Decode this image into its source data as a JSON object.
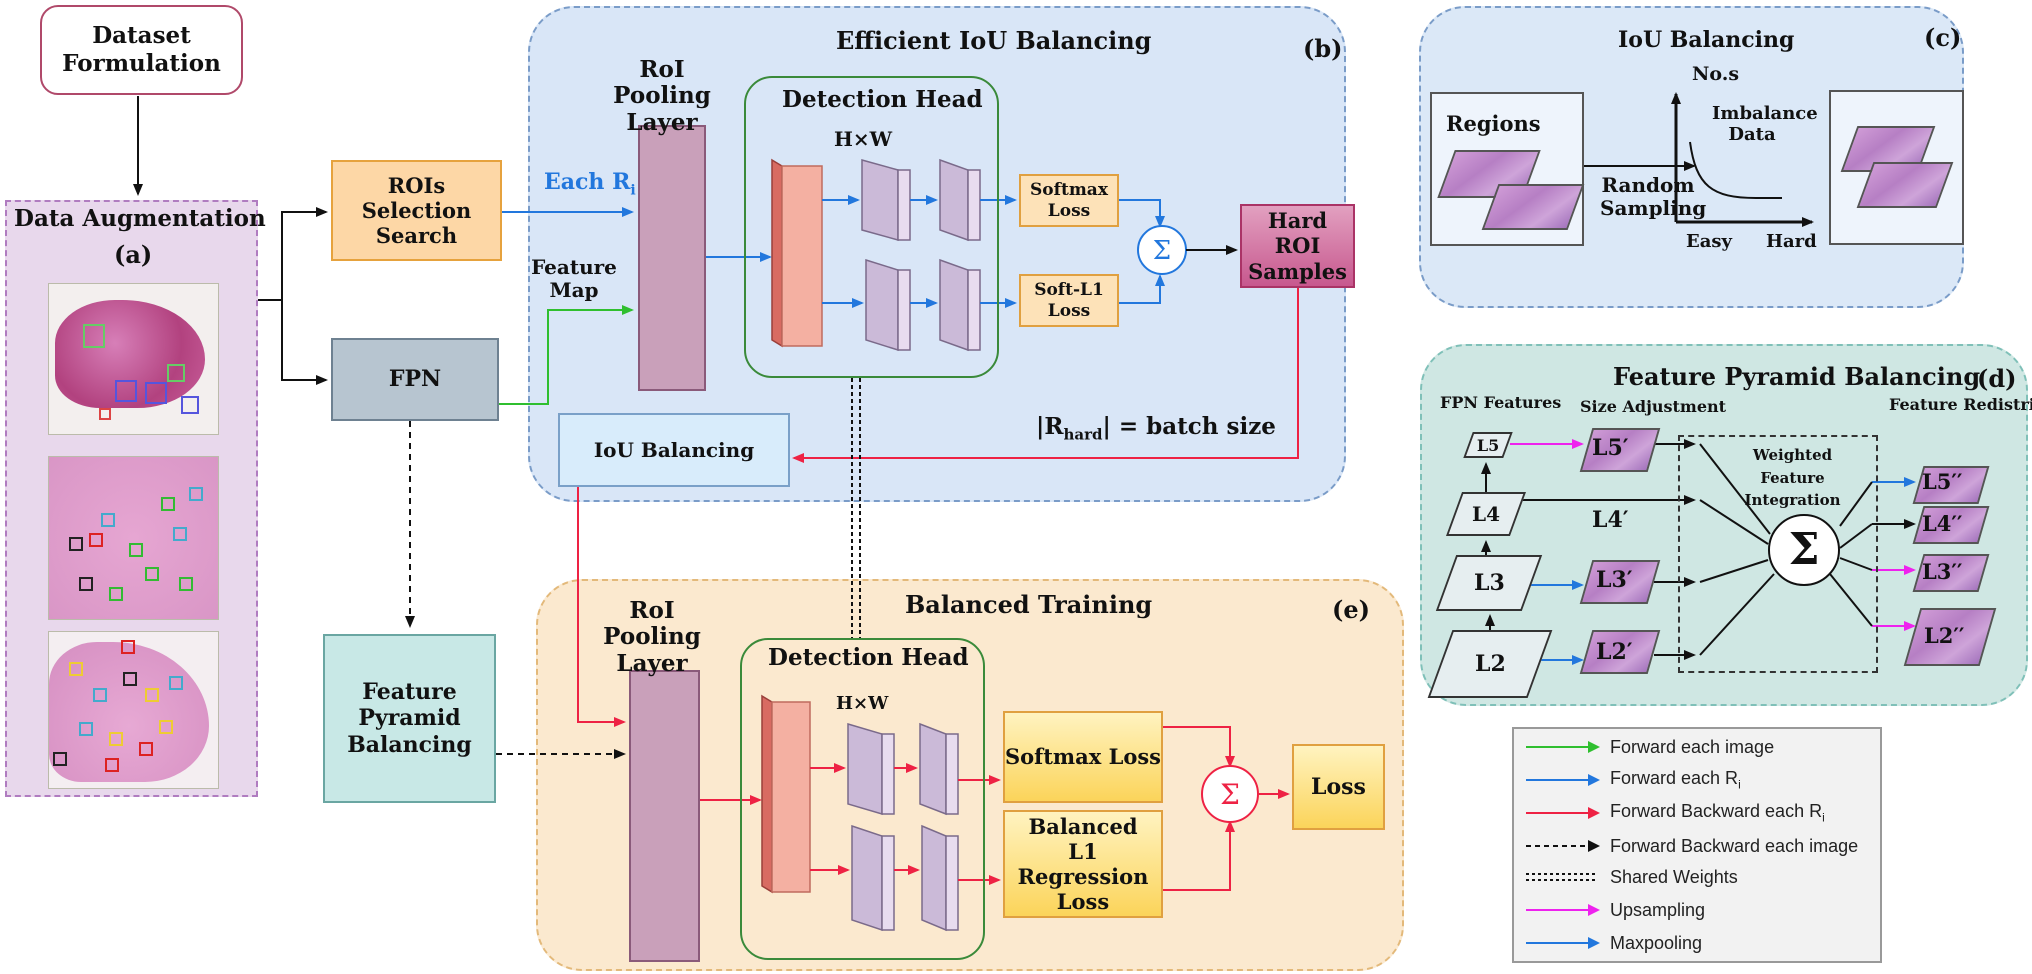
{
  "panels": {
    "a": {
      "title": "Data Augmentation",
      "label": "(a)"
    },
    "b": {
      "title": "Efficient IoU Balancing",
      "label": "(b)"
    },
    "c": {
      "title": "IoU Balancing",
      "label": "(c)"
    },
    "d": {
      "title": "Feature Pyramid Balancing",
      "label": "(d)"
    },
    "e": {
      "title": "Balanced Training",
      "label": "(e)"
    }
  },
  "boxes": {
    "dataset_formulation": "Dataset Formulation",
    "rois_selection": "ROIs Selection Search",
    "fpn": "FPN",
    "feature_pyramid_balancing": "Feature Pyramid Balancing",
    "iou_balancing": "IoU Balancing",
    "softmax_loss_b": "Softmax Loss",
    "soft_l1_loss": "Soft-L1 Loss",
    "hard_roi": "Hard ROI Samples",
    "softmax_loss_e": "Softmax Loss",
    "balanced_l1": "Balanced L1 Regression Loss",
    "loss": "Loss"
  },
  "labels": {
    "roi_pooling_b": "RoI Pooling Layer",
    "detection_head_b": "Detection Head",
    "hxw_b": "H×W",
    "each_ri": "Each R",
    "each_ri_sub": "i",
    "feature_map": "Feature Map",
    "rhard_pre": "|R",
    "rhard_sub": "hard",
    "rhard_post": "| = batch size",
    "roi_pooling_e": "RoI Pooling Layer",
    "detection_head_e": "Detection Head",
    "hxw_e": "H×W",
    "sigma": "Σ"
  },
  "panel_c": {
    "regions": "Regions",
    "random_sampling": "Random Sampling",
    "y_axis": "No.s",
    "imbalance": "Imbalance Data",
    "easy": "Easy",
    "hard": "Hard"
  },
  "panel_d": {
    "fpn_features": "FPN Features",
    "size_adjustment": "Size Adjustment",
    "feature_redistribution": "Feature Redistribution",
    "weighted": "Weighted Feature Integration",
    "levels": [
      "L5",
      "L4",
      "L3",
      "L2"
    ],
    "adjusted": [
      "L5",
      "L4",
      "L3",
      "L2"
    ],
    "adjusted_mark": "′",
    "outputs": [
      "L5",
      "L4",
      "L3",
      "L2"
    ],
    "output_mark": "′′"
  },
  "legend": [
    {
      "text": "Forward each image",
      "style": "green"
    },
    {
      "text": "Forward  each R",
      "sub": "i",
      "style": "blue"
    },
    {
      "text": "Forward Backward  each R",
      "sub": "i",
      "style": "red"
    },
    {
      "text": "Forward Backward each image",
      "style": "dashed"
    },
    {
      "text": "Shared Weights",
      "style": "double"
    },
    {
      "text": "Upsampling",
      "style": "magenta"
    },
    {
      "text": "Maxpooling",
      "style": "blue"
    }
  ],
  "colors": {
    "green": "#2fbf2f",
    "blue": "#2277dd",
    "red": "#ee2244",
    "magenta": "#ee22ee",
    "black": "#111111"
  }
}
